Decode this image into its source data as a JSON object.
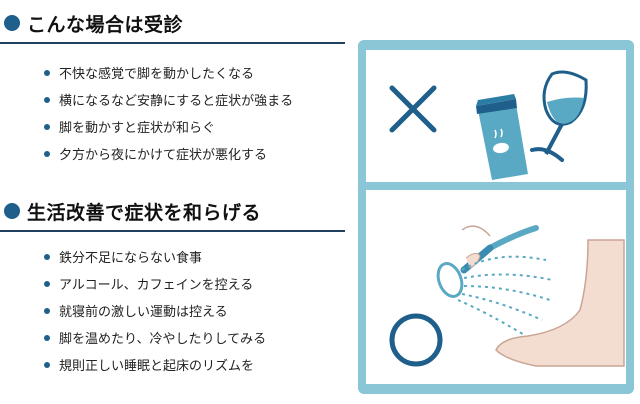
{
  "section1": {
    "title": "こんな場合は受診",
    "items": [
      "不快な感覚で脚を動かしたくなる",
      "横になるなど安静にすると症状が強まる",
      "脚を動かすと症状が和らぐ",
      "夕方から夜にかけて症状が悪化する"
    ]
  },
  "section2": {
    "title": "生活改善で症状を和らげる",
    "items": [
      "鉄分不足にならない食事",
      "アルコール、カフェインを控える",
      "就寝前の激しい運動は控える",
      "脚を温めたり、冷やしたりしてみる",
      "規則正しい睡眠と起床のリズムを"
    ]
  },
  "colors": {
    "accent": "#1f5f8b",
    "panel": "#8ac6d6",
    "icon_dark": "#1f5f8b",
    "icon_light": "#5aa9c4"
  },
  "icons": {
    "avoid": "cross-icon",
    "recommend": "circle-icon",
    "coffee": "coffee-cup-icon",
    "wine": "wine-glass-icon",
    "shower": "shower-icon",
    "foot": "foot-icon"
  }
}
